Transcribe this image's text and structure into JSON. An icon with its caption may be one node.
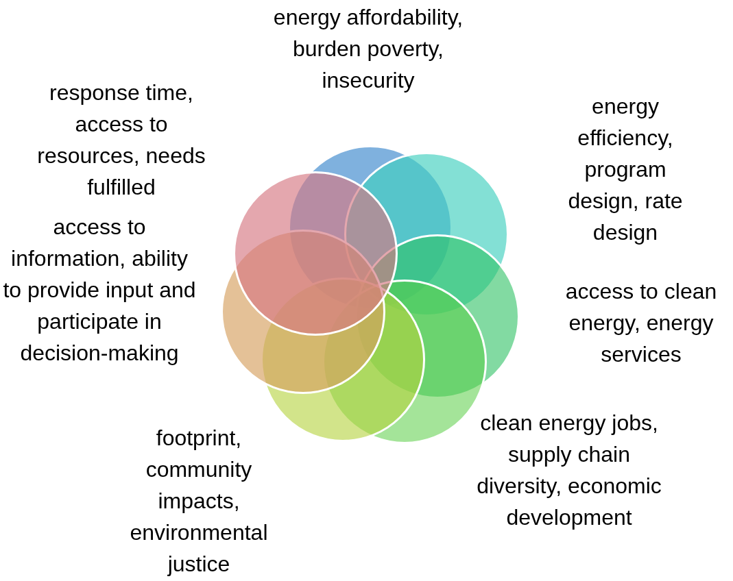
{
  "diagram": {
    "nodes": [
      {
        "text": [],
        "shape": "circle",
        "beside": [
          "energy affordability, burden poverty, insecurity"
        ]
      },
      {
        "text": [],
        "shape": "circle",
        "beside": [
          "energy efficiency, program design, rate design"
        ]
      },
      {
        "text": [],
        "shape": "circle",
        "beside": [
          "access to clean energy, energy services"
        ]
      },
      {
        "text": [],
        "shape": "circle",
        "beside": [
          "clean energy jobs, supply chain diversity, economic development"
        ]
      },
      {
        "text": [],
        "shape": "circle",
        "beside": [
          "footprint, community impacts, environmental justice"
        ]
      },
      {
        "text": [],
        "shape": "circle",
        "beside": [
          "access to information, ability to provide input and participate in decision-making"
        ]
      },
      {
        "text": [],
        "shape": "circle",
        "beside": [
          "response time, access to resources, needs fulfilled"
        ]
      }
    ]
  }
}
